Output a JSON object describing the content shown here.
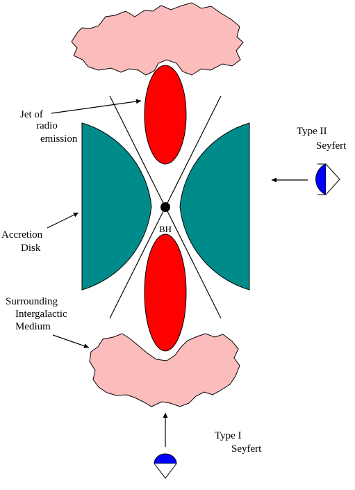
{
  "labels": {
    "jet_line1": "Jet of",
    "jet_line2": "radio",
    "jet_line3": "emission",
    "disk_line1": "Accretion",
    "disk_line2": "Disk",
    "medium_line1": "Surrounding",
    "medium_line2": "Intergalactic",
    "medium_line3": "Medium",
    "type2_line1": "Type II",
    "type2_line2": "Seyfert",
    "type1_line1": "Type I",
    "type1_line2": "Seyfert",
    "black_hole": "BH"
  },
  "colors": {
    "cloud": "#fbbcbc",
    "jet": "#ff0000",
    "disk": "#008b8b",
    "eye": "#0000ff",
    "line": "#000000"
  },
  "icons": {
    "observer_type2": "eye-icon",
    "observer_type1": "eye-icon"
  }
}
